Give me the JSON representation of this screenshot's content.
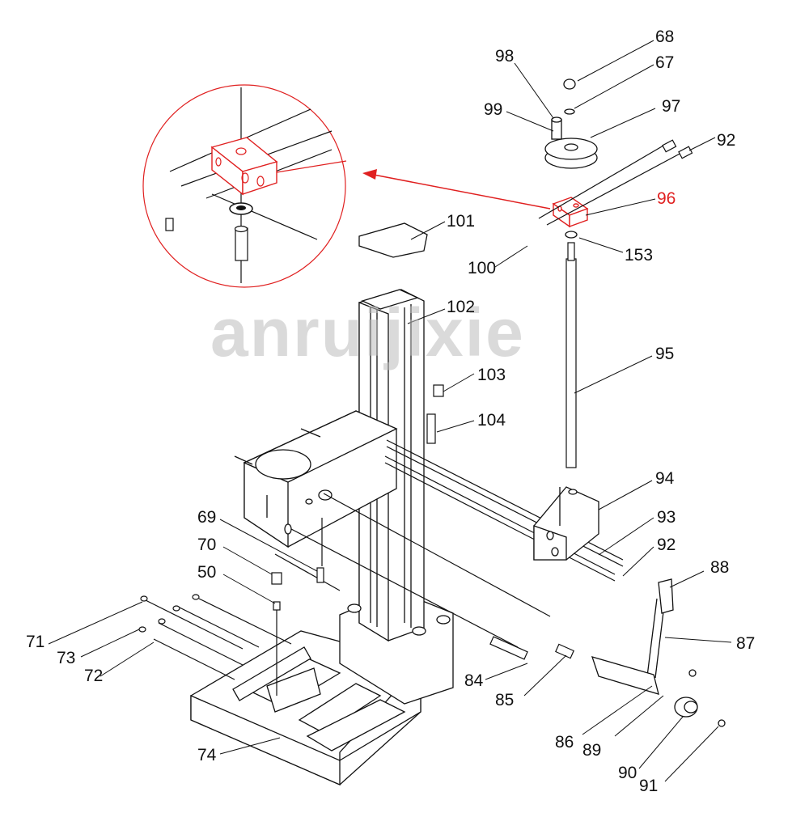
{
  "watermark": "anruijixie",
  "colors": {
    "line": "#111111",
    "highlight": "#e02020",
    "watermark": "#bdbdbd"
  },
  "labels": {
    "p68": "68",
    "p67": "67",
    "p98": "98",
    "p99": "99",
    "p97": "97",
    "p92a": "92",
    "p96": "96",
    "p100": "100",
    "p153": "153",
    "p101": "101",
    "p102": "102",
    "p95": "95",
    "p103": "103",
    "p104": "104",
    "p94": "94",
    "p93": "93",
    "p92b": "92",
    "p69": "69",
    "p70": "70",
    "p50": "50",
    "p88": "88",
    "p87": "87",
    "p71": "71",
    "p73": "73",
    "p72": "72",
    "p84": "84",
    "p85": "85",
    "p74": "74",
    "p86": "86",
    "p89": "89",
    "p90": "90",
    "p91": "91"
  }
}
